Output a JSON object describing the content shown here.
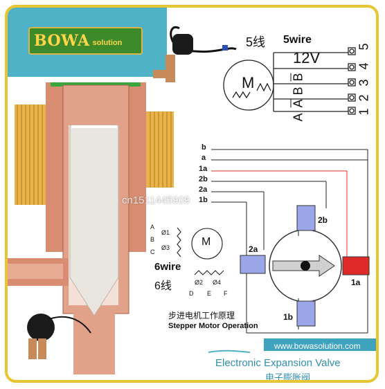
{
  "brand": {
    "name": "BOWA",
    "suffix": "solution"
  },
  "five_wire": {
    "title_cn": "5线",
    "title_en": "5wire",
    "terminals": [
      "5",
      "4",
      "3",
      "2",
      "1"
    ],
    "labels": [
      "12V",
      "B",
      "B",
      "A",
      "A"
    ],
    "motor": "M"
  },
  "wires": [
    "b",
    "a",
    "1a",
    "2b",
    "2a",
    "1b"
  ],
  "coils": [
    "2b",
    "2a",
    "1a",
    "1b"
  ],
  "six_wire": {
    "title_en": "6wire",
    "title_cn": "6线",
    "motor": "M",
    "left_pins": [
      "A",
      "B",
      "C"
    ],
    "phi_left": [
      "Ø1",
      "Ø3"
    ],
    "phi_bottom": [
      "Ø2",
      "Ø4"
    ],
    "bottom_pins": [
      "D",
      "E",
      "F"
    ]
  },
  "operation": {
    "cn": "步进电机工作原理",
    "en": "Stepper Motor Operation"
  },
  "watermark": "cn1511445909",
  "footer": {
    "url": "www.bowasolution.com",
    "title": "Electronic Expansion Valve",
    "subtitle_cn": "电子膨胀阀"
  },
  "colors": {
    "accent_gold": "#e9c531",
    "teal": "#4fb2c6",
    "copper": "#d98a6a",
    "coil_blue": "#9aa6e8",
    "coil_red": "#e02a2a"
  }
}
